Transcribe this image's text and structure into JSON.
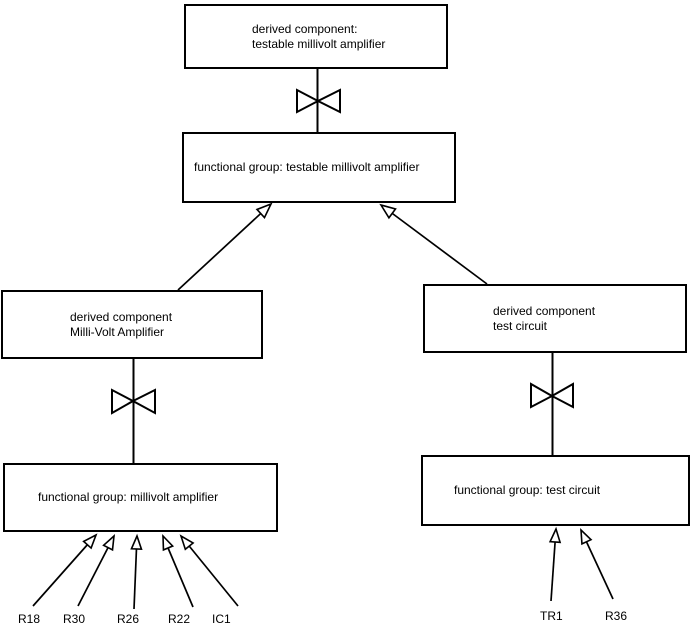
{
  "nodes": {
    "top_derived": {
      "line1": "derived component:",
      "line2": "testable millivolt amplifier"
    },
    "top_functional": {
      "label": "functional group: testable millivolt amplifier"
    },
    "left_derived": {
      "line1": "derived component",
      "line2": "Milli-Volt Amplifier"
    },
    "right_derived": {
      "line1": "derived component",
      "line2": "test circuit"
    },
    "left_functional": {
      "label": "functional group: millivolt amplifier"
    },
    "right_functional": {
      "label": "functional group: test circuit"
    }
  },
  "components_left": [
    "R18",
    "R30",
    "R26",
    "R22",
    "IC1"
  ],
  "components_right": [
    "TR1",
    "R36"
  ],
  "colors": {
    "line": "#000000",
    "background": "#ffffff",
    "text": "#000000"
  }
}
